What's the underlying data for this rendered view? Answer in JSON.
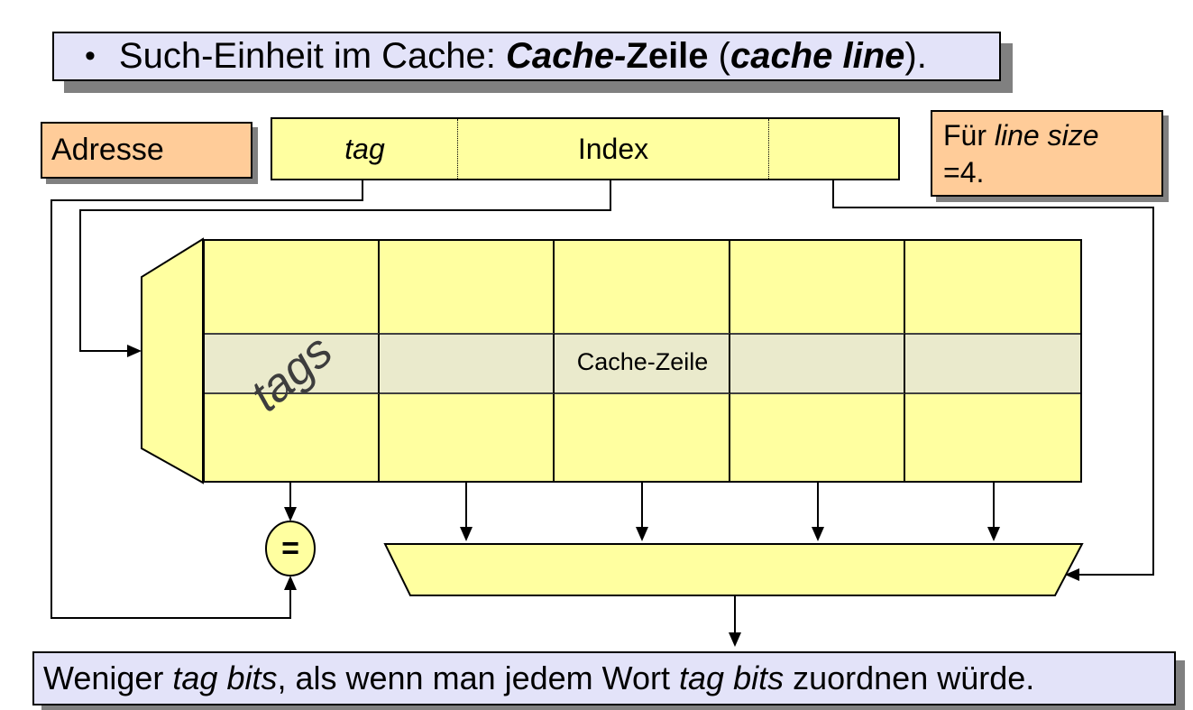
{
  "slide": {
    "title": {
      "bullet": "•",
      "part_normal_1": "Such-Einheit im Cache: ",
      "part_bold_italic_1": "Cache-",
      "part_bold_1": "Zeile",
      "part_normal_2": " (",
      "part_bold_italic_2": "cache line",
      "part_normal_3": ")."
    },
    "address_label": "Adresse",
    "address_bar": {
      "tag_field": "tag",
      "index_field": "Index",
      "offset_field": ""
    },
    "line_size_note": {
      "line1_normal": "Für ",
      "line1_italic": "line size",
      "line2": "=4."
    },
    "cache_table": {
      "columns": 5,
      "rows": 3,
      "highlighted_row_label": "Cache-Zeile",
      "tags_label": "tags"
    },
    "comparator_symbol": "=",
    "bottom_note": {
      "part_normal_1": "Weniger ",
      "part_italic_1": "tag bits",
      "part_normal_2": ", als wenn man jedem Wort ",
      "part_italic_2": "tag bits",
      "part_normal_3": " zuordnen würde."
    },
    "colors": {
      "statement_box_fill": "#E3E3F9",
      "diagram_fill": "#FFFFA0",
      "highlight_row_fill": "#EAEACC",
      "note_box_fill": "#FFCC99",
      "shadow": "#808080",
      "line": "#000000"
    }
  }
}
